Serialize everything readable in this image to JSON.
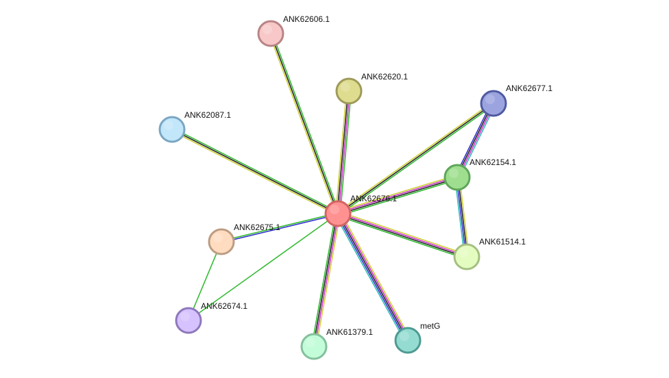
{
  "network": {
    "nodes": [
      {
        "id": "center",
        "label": "ANK62676.1",
        "fill": "#ff9191",
        "stroke": "#d26464"
      },
      {
        "id": "n62606",
        "label": "ANK62606.1",
        "fill": "#f8c8c8",
        "stroke": "#b88484"
      },
      {
        "id": "n62620",
        "label": "ANK62620.1",
        "fill": "#dedc8e",
        "stroke": "#9e9a5a"
      },
      {
        "id": "n62677",
        "label": "ANK62677.1",
        "fill": "#9ca4e0",
        "stroke": "#4e5aa0"
      },
      {
        "id": "n62087",
        "label": "ANK62087.1",
        "fill": "#c2e6fa",
        "stroke": "#7aa6c2"
      },
      {
        "id": "n62154",
        "label": "ANK62154.1",
        "fill": "#9ede8e",
        "stroke": "#5ea65a"
      },
      {
        "id": "n62675",
        "label": "ANK62675.1",
        "fill": "#ffdcc0",
        "stroke": "#bc9c82"
      },
      {
        "id": "n61514",
        "label": "ANK61514.1",
        "fill": "#e4fcc0",
        "stroke": "#a4c082"
      },
      {
        "id": "n62674",
        "label": "ANK62674.1",
        "fill": "#d6c2fe",
        "stroke": "#8e78bc"
      },
      {
        "id": "n61379",
        "label": "ANK61379.1",
        "fill": "#c2fcd8",
        "stroke": "#84c09c"
      },
      {
        "id": "metG",
        "label": "metG",
        "fill": "#94dcd2",
        "stroke": "#4e9a92"
      }
    ],
    "edges": [
      {
        "from": "center",
        "to": "n62606",
        "colors": [
          "#cfcf3a",
          "#222222",
          "#33bb33"
        ]
      },
      {
        "from": "center",
        "to": "n62620",
        "colors": [
          "#cfcf3a",
          "#222222",
          "#cc33cc",
          "#33bb33"
        ]
      },
      {
        "from": "center",
        "to": "n62677",
        "colors": [
          "#cfcf3a",
          "#222222",
          "#33bb33"
        ]
      },
      {
        "from": "center",
        "to": "n62087",
        "colors": [
          "#cfcf3a",
          "#222222",
          "#33bb33"
        ]
      },
      {
        "from": "center",
        "to": "n62154",
        "colors": [
          "#cfcf3a",
          "#cc33cc",
          "#222222",
          "#33bb33"
        ]
      },
      {
        "from": "center",
        "to": "n62675",
        "colors": [
          "#3333cc",
          "#33bb33"
        ]
      },
      {
        "from": "center",
        "to": "n61514",
        "colors": [
          "#cfcf3a",
          "#cc33cc",
          "#222222",
          "#33bb33"
        ]
      },
      {
        "from": "center",
        "to": "n62674",
        "colors": [
          "#33bb33"
        ]
      },
      {
        "from": "center",
        "to": "n61379",
        "colors": [
          "#cfcf3a",
          "#cc33cc",
          "#222222",
          "#33bb33"
        ]
      },
      {
        "from": "center",
        "to": "metG",
        "colors": [
          "#cfcf3a",
          "#cc33cc",
          "#222222",
          "#3333cc",
          "#33bbbb"
        ]
      },
      {
        "from": "n62677",
        "to": "n62154",
        "colors": [
          "#33bbbb",
          "#cc33cc",
          "#222222",
          "#3333cc"
        ]
      },
      {
        "from": "n62154",
        "to": "n61514",
        "colors": [
          "#cfcf3a",
          "#222222",
          "#3333cc",
          "#33bbbb"
        ]
      },
      {
        "from": "n62675",
        "to": "n62674",
        "colors": [
          "#33bb33"
        ]
      }
    ]
  }
}
